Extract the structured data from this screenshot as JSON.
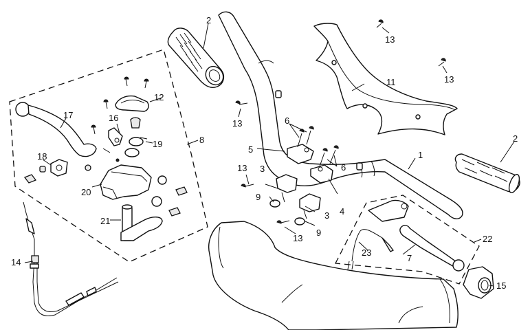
{
  "diagram": {
    "title": "Handlebar assembly exploded parts view",
    "callouts": [
      {
        "id": "c1",
        "label": "1",
        "part": "handlebar"
      },
      {
        "id": "c2a",
        "label": "2",
        "part": "grip-left"
      },
      {
        "id": "c2b",
        "label": "2",
        "part": "grip-right"
      },
      {
        "id": "c3a",
        "label": "3",
        "part": "lower-riser-left"
      },
      {
        "id": "c3b",
        "label": "3",
        "part": "lower-riser-right"
      },
      {
        "id": "c4",
        "label": "4",
        "part": "upper-clamp-right"
      },
      {
        "id": "c5",
        "label": "5",
        "part": "upper-clamp-left"
      },
      {
        "id": "c6a",
        "label": "6",
        "part": "clamp-bolts-left"
      },
      {
        "id": "c6b",
        "label": "6",
        "part": "clamp-bolts-right"
      },
      {
        "id": "c7",
        "label": "7",
        "part": "clutch-lever"
      },
      {
        "id": "c8",
        "label": "8",
        "part": "brake-master-cylinder-assembly"
      },
      {
        "id": "c9a",
        "label": "9",
        "part": "nut-left"
      },
      {
        "id": "c9b",
        "label": "9",
        "part": "nut-right"
      },
      {
        "id": "c11",
        "label": "11",
        "part": "handlebar-cover"
      },
      {
        "id": "c12",
        "label": "12",
        "part": "reservoir-cap"
      },
      {
        "id": "c13a",
        "label": "13",
        "part": "screw-top-1"
      },
      {
        "id": "c13b",
        "label": "13",
        "part": "screw-top-2"
      },
      {
        "id": "c13c",
        "label": "13",
        "part": "screw-left"
      },
      {
        "id": "c13d",
        "label": "13",
        "part": "screw-mid"
      },
      {
        "id": "c13e",
        "label": "13",
        "part": "screw-bottom"
      },
      {
        "id": "c14",
        "label": "14",
        "part": "throttle-cable"
      },
      {
        "id": "c15",
        "label": "15",
        "part": "bar-end-weight"
      },
      {
        "id": "c16",
        "label": "16",
        "part": "brake-switch-bracket"
      },
      {
        "id": "c17",
        "label": "17",
        "part": "brake-lever"
      },
      {
        "id": "c18",
        "label": "18",
        "part": "master-cylinder-clamp"
      },
      {
        "id": "c19",
        "label": "19",
        "part": "hose-clip"
      },
      {
        "id": "c20",
        "label": "20",
        "part": "master-cylinder-body"
      },
      {
        "id": "c21",
        "label": "21",
        "part": "brake-piston-arm"
      },
      {
        "id": "c22",
        "label": "22",
        "part": "clutch-lever-assembly"
      },
      {
        "id": "c23",
        "label": "23",
        "part": "clutch-switch"
      }
    ]
  }
}
